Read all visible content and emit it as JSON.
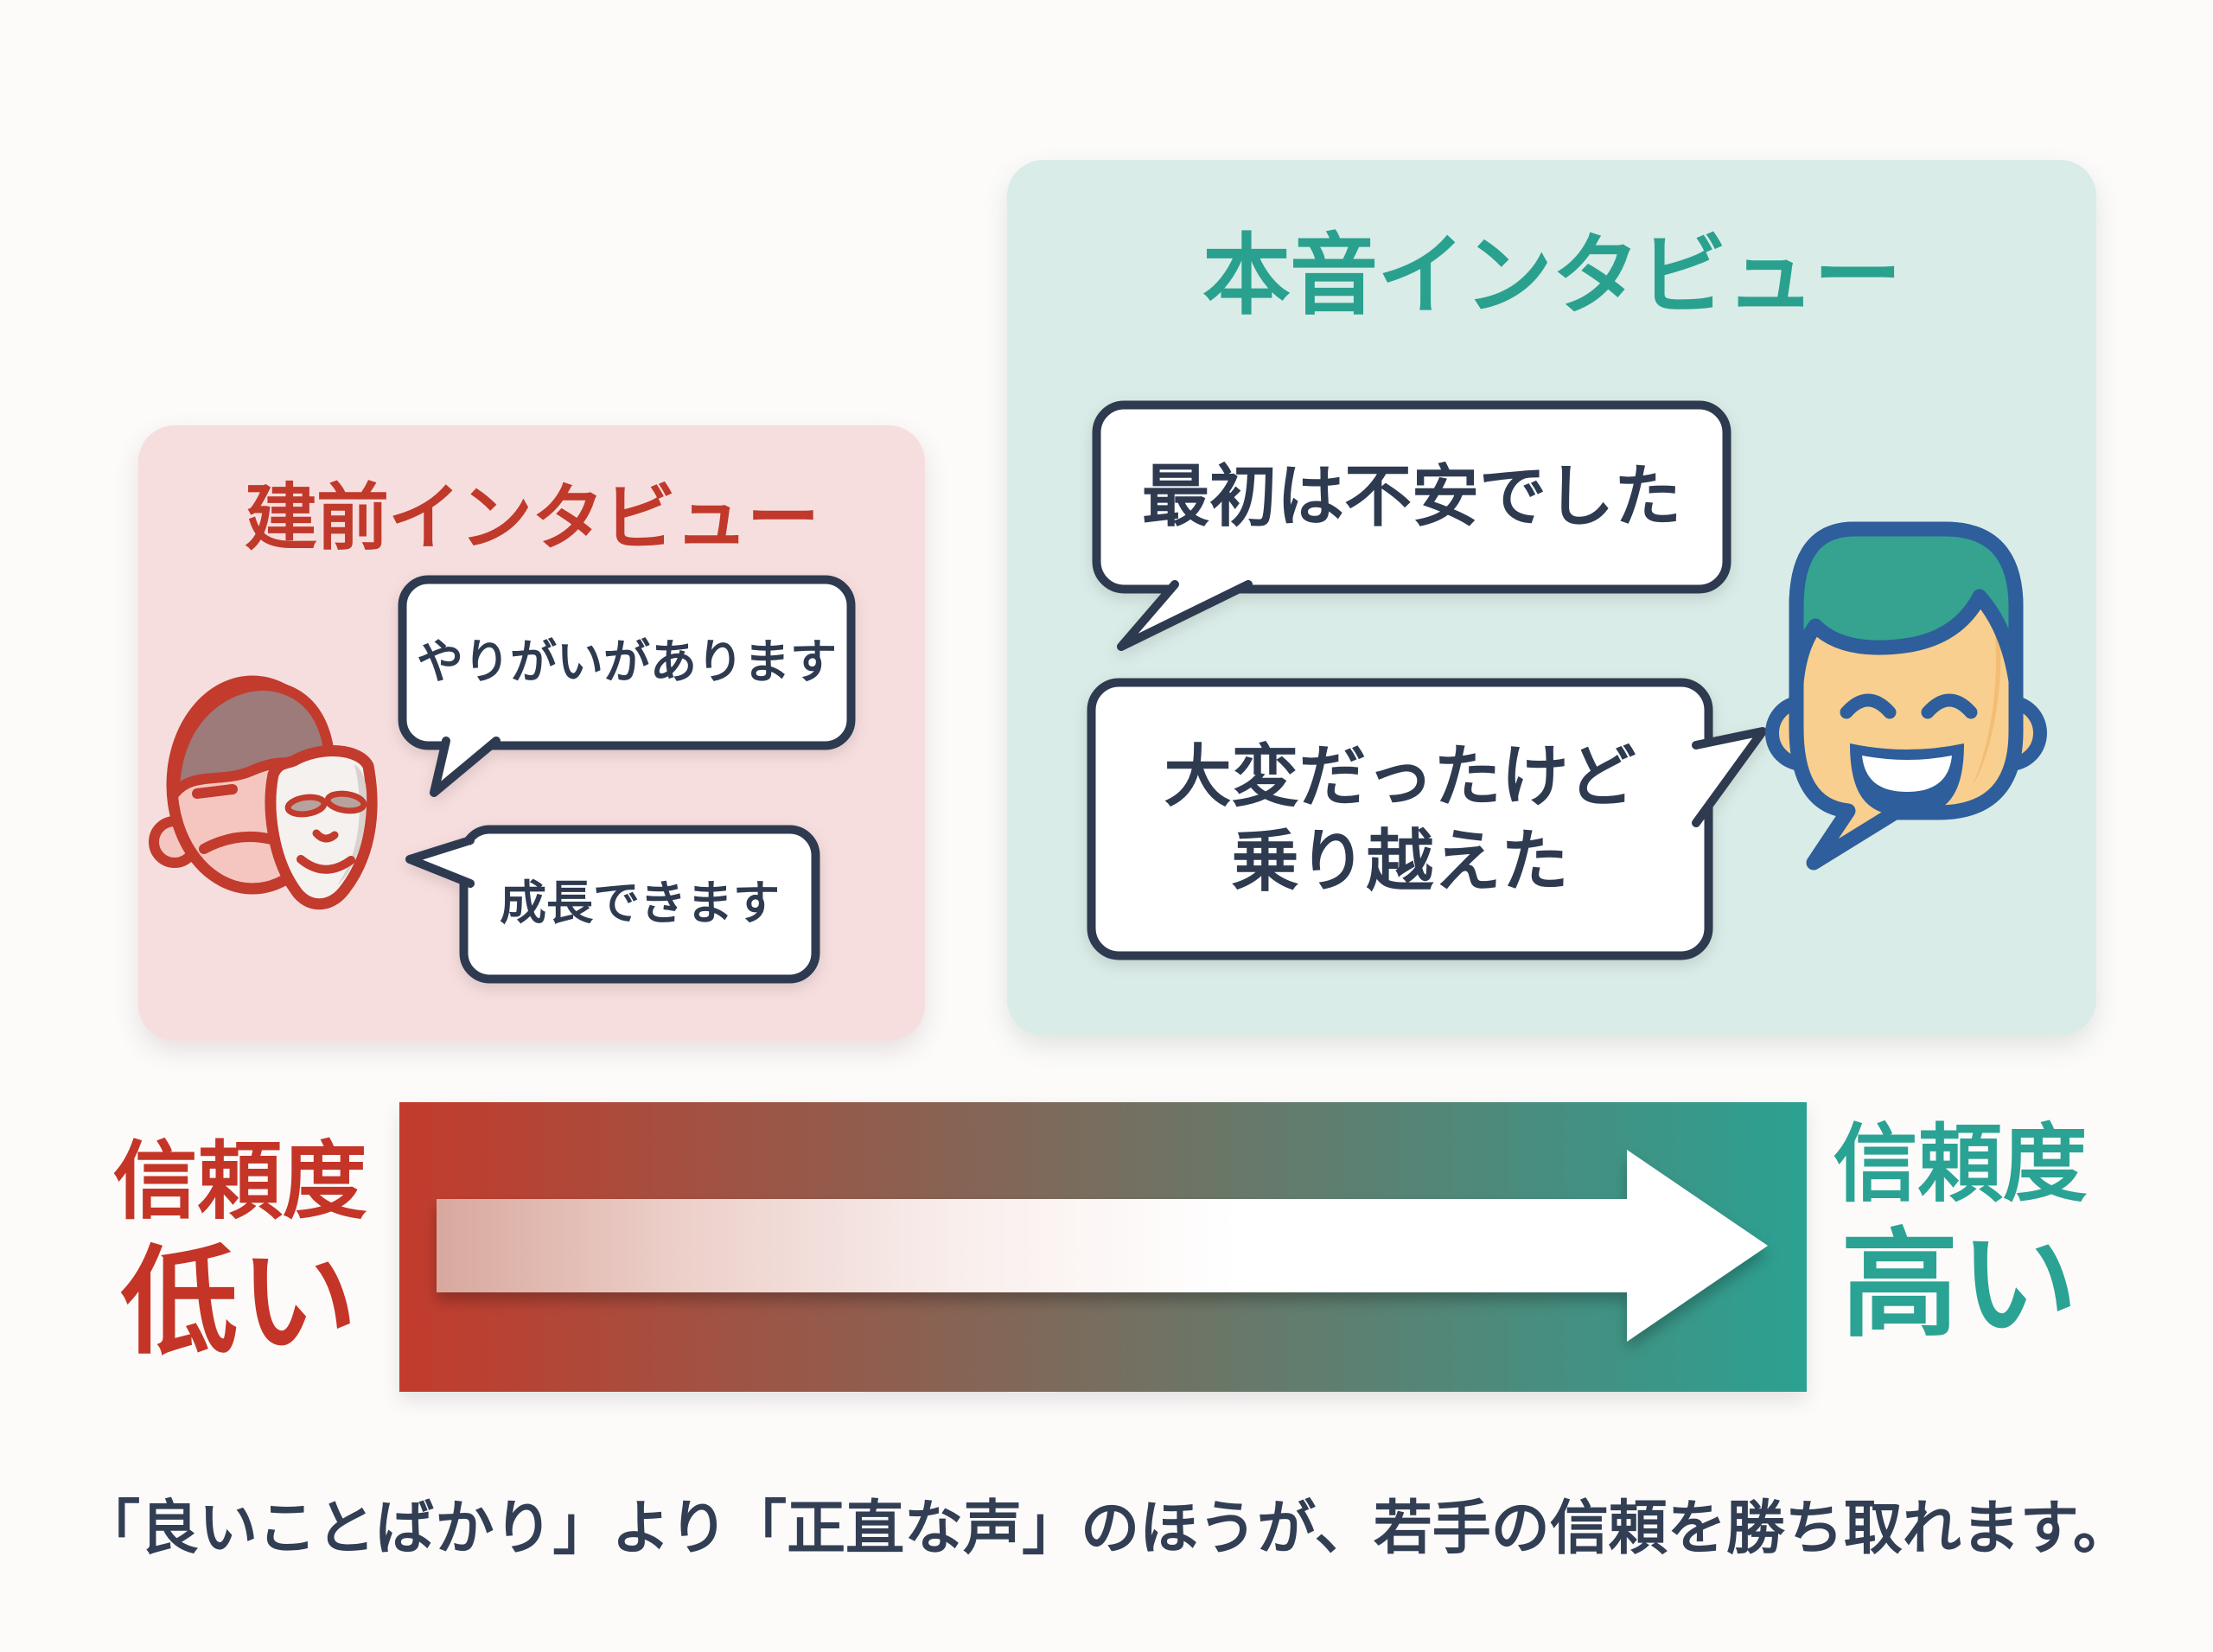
{
  "left_panel": {
    "title": "建前インタビュー",
    "icon": "masked-face-icon",
    "accent_color": "#c0392b",
    "bg_color": "#f7dede",
    "bubbles": [
      {
        "text": "やりがいがあります"
      },
      {
        "text": "成長できます"
      }
    ]
  },
  "right_panel": {
    "title": "本音インタビュー",
    "icon": "smiling-face-icon",
    "accent_color": "#2aa18f",
    "bg_color": "#d9ece7",
    "bubbles": [
      {
        "text": "最初は不安でした"
      },
      {
        "line1": "大変だったけど",
        "line2": "乗り越えた"
      }
    ]
  },
  "trust_scale": {
    "left_label_line1": "信頼度",
    "left_label_line2": "低い",
    "left_label_color": "#c43527",
    "right_label_line1": "信頼度",
    "right_label_line2": "高い",
    "right_label_color": "#2aa394",
    "gradient_from": "#c33b2c",
    "gradient_to": "#2ba192",
    "arrow_color": "#ffffff"
  },
  "caption": "「良いことばかり」より「正直な声」のほうが、若手の信頼を勝ち取れます。",
  "colors": {
    "bubble_border": "#2e3a50",
    "bubble_text": "#2e3a50",
    "caption_text": "#323e53"
  }
}
